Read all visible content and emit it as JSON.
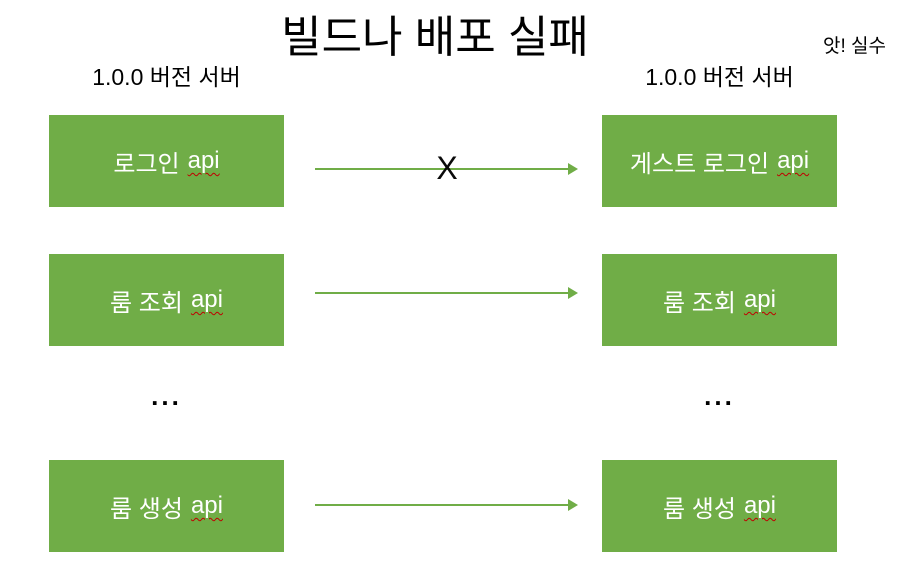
{
  "title": "빌드나 배포 실패",
  "annotation": "앗! 실수",
  "colors": {
    "box_green": "#70AD47",
    "arrow_green": "#70AD47",
    "spellcheck_red": "#C00000",
    "box_text": "#FFFFFF",
    "text": "#000000"
  },
  "columns": {
    "left_header": "1.0.0 버전 서버",
    "right_header": "1.0.0 버전 서버"
  },
  "rows": [
    {
      "left": {
        "label_ko": "로그인",
        "label_en": "api"
      },
      "right": {
        "label_ko": "게스트 로그인",
        "label_en": "api"
      },
      "arrow": {
        "crossed": true,
        "cross_label": "X"
      }
    },
    {
      "left": {
        "label_ko": "룸 조회",
        "label_en": "api"
      },
      "right": {
        "label_ko": "룸 조회",
        "label_en": "api"
      },
      "arrow": {
        "crossed": false
      }
    },
    {
      "ellipsis_left": "...",
      "ellipsis_right": "..."
    },
    {
      "left": {
        "label_ko": "룸 생성",
        "label_en": "api"
      },
      "right": {
        "label_ko": "룸 생성",
        "label_en": "api"
      },
      "arrow": {
        "crossed": false
      }
    }
  ]
}
